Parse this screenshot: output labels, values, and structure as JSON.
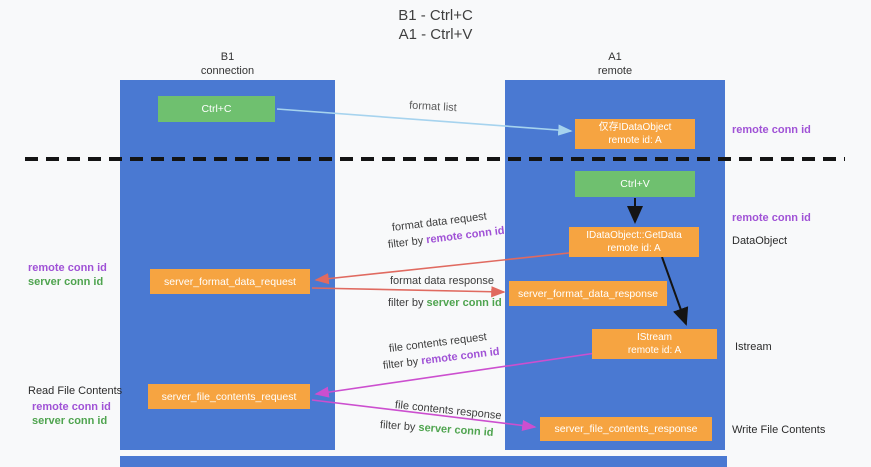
{
  "title": {
    "line1": "B1 - Ctrl+C",
    "line2": "A1 - Ctrl+V"
  },
  "lanes": {
    "left": {
      "name": "B1",
      "subtitle": "connection"
    },
    "right": {
      "name": "A1",
      "subtitle": "remote"
    }
  },
  "nodes": {
    "ctrl_c": {
      "label": "Ctrl+C"
    },
    "ctrl_v": {
      "label": "Ctrl+V"
    },
    "idataobject": {
      "line1": "仅存IDataObject",
      "line2": "remote id: A"
    },
    "getdata": {
      "line1": "IDataObject::GetData",
      "line2": "remote id: A"
    },
    "istream": {
      "line1": "IStream",
      "line2": "remote id: A"
    },
    "format_request": {
      "label": "server_format_data_request"
    },
    "format_response": {
      "label": "server_format_data_response"
    },
    "file_request": {
      "label": "server_file_contents_request"
    },
    "file_response": {
      "label": "server_file_contents_response"
    }
  },
  "arrow_labels": {
    "format_list": "format list",
    "format_data_request": "format data request",
    "format_data_response": "format data response",
    "file_contents_request": "file contents request",
    "file_contents_response": "file contents response",
    "filter_prefix": "filter by ",
    "remote_conn_id": "remote conn id",
    "server_conn_id": "server conn id"
  },
  "side_labels": {
    "remote_conn_id": "remote conn id",
    "server_conn_id": "server conn id",
    "dataobject": "DataObject",
    "istream": "Istream",
    "read_file_contents": "Read File Contents",
    "write_file_contents": "Write File Contents"
  },
  "colors": {
    "lane_blue": "#4a79d2",
    "box_orange": "#f6a441",
    "box_green": "#6fc06f",
    "purple_text": "#a052d6",
    "green_text": "#4fa44f",
    "arrow_red": "#e06a60",
    "arrow_magenta": "#cc4fcf",
    "arrow_lightblue": "#a6d3ee",
    "arrow_black": "#141414"
  }
}
